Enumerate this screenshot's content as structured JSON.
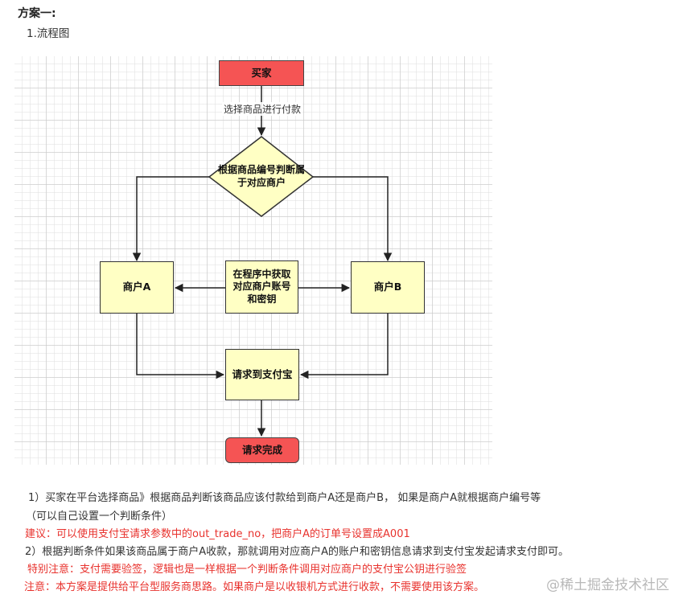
{
  "heading": "方案一:",
  "subheading": "1.流程图",
  "flowchart": {
    "buyer": "买家",
    "edge_select": "选择商品进行付款",
    "decision": [
      "根据商品编号判断属",
      "于对应商户"
    ],
    "merchant_a": "商户A",
    "program_fetch": [
      "在程序中获取",
      "对应商户账号",
      "和密钥"
    ],
    "merchant_b": "商户B",
    "request_alipay": "请求到支付宝",
    "request_done": "请求完成"
  },
  "notes": {
    "line1": "1）买家在平台选择商品》根据商品判断该商品应该付款给到商户A还是商户B， 如果是商户A就根据商户编号等",
    "line2": "（可以自己设置一个判断条件）",
    "line3": "建议：可以使用支付宝请求参数中的out_trade_no，把商户A的订单号设置成A001",
    "line4": "2）根据判断条件如果该商品属于商户A收款，那就调用对应商户A的账户和密钥信息请求到支付宝发起请求支付即可。",
    "line5": "特别注意：支付需要验签，逻辑也是一样根据一个判断条件调用对应商户的支付宝公钥进行验签",
    "line6": "注意：本方案是提供给平台型服务商思路。如果商户是以收银机方式进行收款，不需要使用该方案。"
  },
  "watermark": "@稀土掘金技术社区",
  "colors": {
    "terminal_fill": "#f55454",
    "process_fill": "#ffffc4",
    "warning_text": "#e8322d"
  }
}
